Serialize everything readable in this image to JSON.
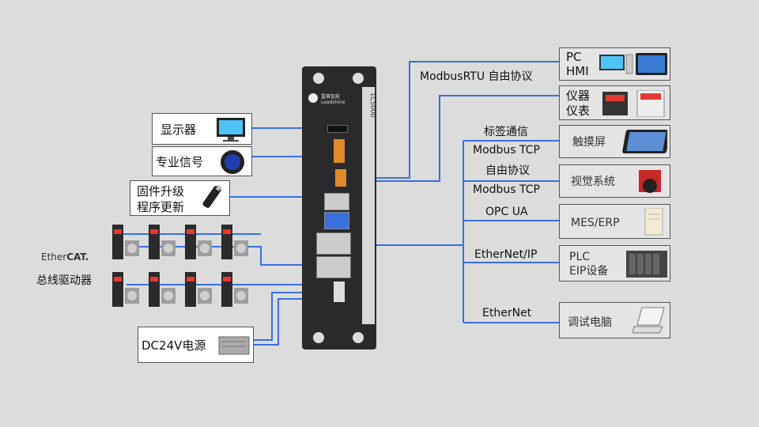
{
  "controller": {
    "model": "LC5000",
    "brand_cn": "雷赛智能",
    "brand_en": "Leadshine"
  },
  "left_devices": [
    {
      "id": "display",
      "label": "显示器",
      "icon": "monitor-icon"
    },
    {
      "id": "signal",
      "label": "专业信号",
      "icon": "button-icon"
    },
    {
      "id": "firmware",
      "label_lines": [
        "固件升级",
        "程序更新"
      ],
      "icon": "usb-drive-icon"
    },
    {
      "id": "power",
      "label": "DC24V电源",
      "icon": "power-supply-icon"
    }
  ],
  "bus": {
    "logo_prefix": "Ether",
    "logo_suffix": "CAT.",
    "label": "总线驱动器",
    "drives_per_row": 4,
    "rows": 2
  },
  "right_devices": [
    {
      "id": "pc",
      "label_lines": [
        "PC",
        "HMI"
      ],
      "icon": "pc-icon"
    },
    {
      "id": "instrument",
      "label_lines": [
        "仪器",
        "仪表"
      ],
      "icon": "instrument-icon"
    },
    {
      "id": "touch",
      "label": "触摸屏",
      "icon": "touchscreen-icon"
    },
    {
      "id": "vision",
      "label": "视觉系统",
      "icon": "camera-icon"
    },
    {
      "id": "mes",
      "label": "MES/ERP",
      "icon": "server-icon"
    },
    {
      "id": "plc",
      "label_lines": [
        "PLC",
        "EIP设备"
      ],
      "icon": "plc-icon"
    },
    {
      "id": "debug",
      "label": "调试电脑",
      "icon": "laptop-icon"
    }
  ],
  "protocols": {
    "modbus_rtu": "ModbusRTU 自由协议",
    "tag_comm": "标签通信",
    "modbus_tcp_1": "Modbus TCP",
    "free_protocol": "自由协议",
    "modbus_tcp_2": "Modbus TCP",
    "opc_ua": "OPC UA",
    "ethernet_ip": "EtherNet/IP",
    "ethernet": "EtherNet"
  },
  "colors": {
    "wire": "#3b6fe0",
    "background": "#dcdcdc",
    "controller": "#2a2a2c"
  }
}
